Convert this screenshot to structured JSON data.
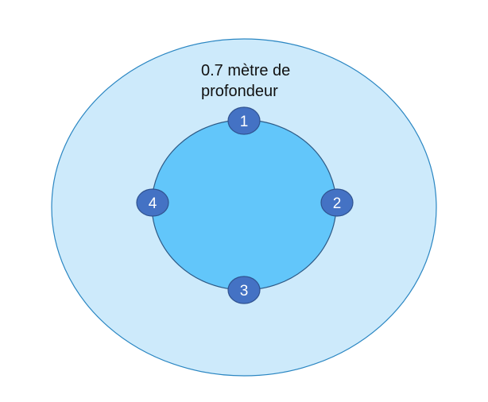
{
  "diagram": {
    "depth_label": "0.7 mètre de profondeur",
    "colors": {
      "outer_fill": "#cdeafb",
      "outer_stroke": "#2a86c2",
      "inner_fill": "#62c6fa",
      "inner_stroke": "#2d5a86",
      "marker_fill": "#4472c4",
      "marker_stroke": "#2f528f"
    },
    "markers": [
      {
        "label": "1",
        "position": "top"
      },
      {
        "label": "2",
        "position": "right"
      },
      {
        "label": "3",
        "position": "bottom"
      },
      {
        "label": "4",
        "position": "left"
      }
    ]
  }
}
